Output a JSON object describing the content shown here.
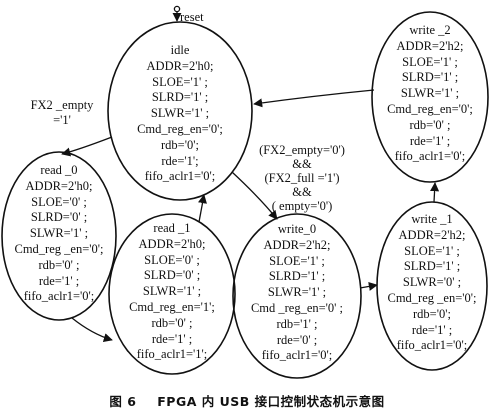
{
  "reset_label": "reset",
  "states": {
    "idle": {
      "title": "idle",
      "lines": [
        "ADDR=2'h0;",
        "SLOE='1' ;",
        "SLRD='1' ;",
        "SLWR='1' ;",
        "Cmd_reg_en='0';",
        "rdb='0';",
        "rde='1';",
        "fifo_aclr1='0';"
      ]
    },
    "read_0": {
      "title": "read _0",
      "lines": [
        "ADDR=2'h0;",
        "SLOE='0' ;",
        "SLRD='0' ;",
        "SLWR='1' ;",
        "Cmd_reg _en='0';",
        "rdb='0' ;",
        "rde='1' ;",
        "fifo_aclr1='0';"
      ]
    },
    "read_1": {
      "title": "read _1",
      "lines": [
        "ADDR=2'h0;",
        "SLOE='0' ;",
        "SLRD='0' ;",
        "SLWR='1' ;",
        "Cmd_reg_en='1';",
        "rdb='0' ;",
        "rde='1' ;",
        "fifo_aclr1='1';"
      ]
    },
    "write_0": {
      "title": "write_0",
      "lines": [
        "ADDR=2'h2;",
        "SLOE='1' ;",
        "SLRD='1' ;",
        "SLWR='1' ;",
        "Cmd _reg_en='0' ;",
        "rdb='1' ;",
        "rde='0' ;",
        "fifo_aclr1='0';"
      ]
    },
    "write_1": {
      "title": "write _1",
      "lines": [
        "ADDR=2'h2;",
        "SLOE='1' ;",
        "SLRD='1' ;",
        "SLWR='0' ;",
        "Cmd_reg _en='0';",
        "rdb='0';",
        "rde='1' ;",
        "fifo_aclr1='0';"
      ]
    },
    "write_2": {
      "title": "write _2",
      "lines": [
        "ADDR=2'h2;",
        "SLOE='1' ;",
        "SLRD='1' ;",
        "SLWR='1' ;",
        "Cmd_reg_en='0';",
        "rdb='0' ;",
        "rde='1' ;",
        "fifo_aclr1='0';"
      ]
    }
  },
  "transitions": {
    "idle_to_read_0": {
      "lines": [
        "FX2 _empty",
        "='1'"
      ]
    },
    "idle_to_write_0": {
      "lines": [
        "(FX2_empty='0')",
        "&&",
        "(FX2_full ='1')",
        "&&",
        "( empty='0')"
      ]
    }
  },
  "caption": {
    "figure": "图 6",
    "text": "FPGA 内 USB 接口控制状态机示意图"
  }
}
